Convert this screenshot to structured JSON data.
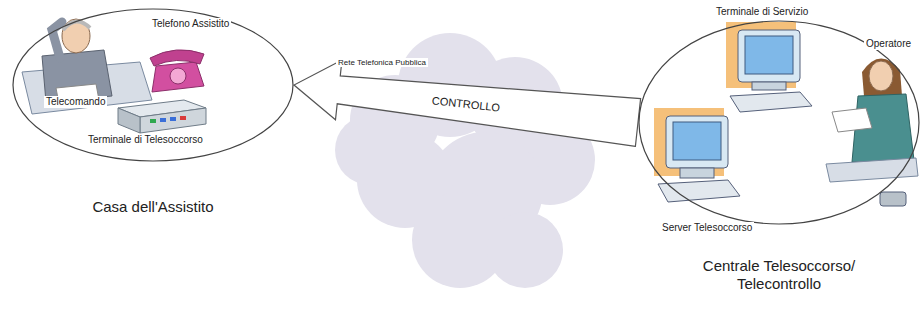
{
  "diagram": {
    "nodes": [
      {
        "text": [
          "Casa dell'Assistito"
        ]
      },
      {
        "text": [
          "Centrale Telesoccorso/ Telecontrollo"
        ]
      }
    ],
    "edges": [
      {
        "from": 1,
        "to": 0,
        "arrow": "to",
        "label": "CONTROLLO"
      }
    ],
    "labels": [
      "Telefono Assistito",
      "Telecomando",
      "Terminale di Telesoccorso",
      "Rete Telefonica Pubblica",
      "Terminale di Servizio",
      "Operatore",
      "Server Telesoccorso"
    ]
  }
}
